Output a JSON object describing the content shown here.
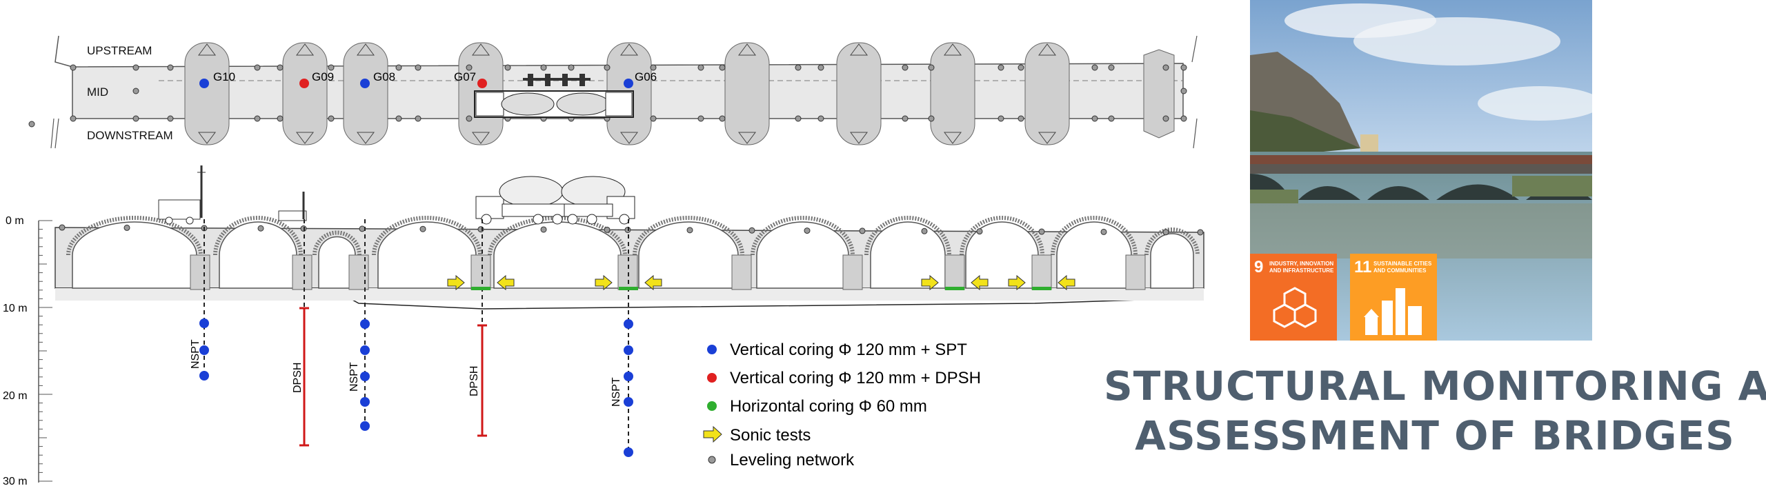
{
  "plan": {
    "upstream_label": "UPSTREAM",
    "mid_label": "MID",
    "downstream_label": "DOWNSTREAM",
    "gauges": [
      {
        "id": "G10",
        "color": "#1a3fd6"
      },
      {
        "id": "G09",
        "color": "#e02020"
      },
      {
        "id": "G08",
        "color": "#1a3fd6"
      },
      {
        "id": "G07",
        "color": "#e02020"
      },
      {
        "id": "G06",
        "color": "#1a3fd6"
      }
    ]
  },
  "elevation": {
    "depth_ticks": [
      "0 m",
      "10 m",
      "20 m",
      "30 m"
    ],
    "borehole_labels": [
      "NSPT",
      "DPSH",
      "NSPT",
      "DPSH",
      "NSPT"
    ]
  },
  "legend": [
    {
      "symbol": "blue-dot",
      "color": "#1a3fd6",
      "label": "Vertical coring Φ 120 mm + SPT"
    },
    {
      "symbol": "red-dot",
      "color": "#e02020",
      "label": "Vertical coring Φ 120 mm + DPSH"
    },
    {
      "symbol": "green-dot",
      "color": "#2fae2f",
      "label": "Horizontal coring Φ 60 mm"
    },
    {
      "symbol": "yellow-arrow",
      "color": "#f2e21a",
      "label": "Sonic tests"
    },
    {
      "symbol": "grey-dot",
      "color": "#9a9a9a",
      "label": "Leveling network"
    }
  ],
  "sdg_goals": [
    {
      "number": "9",
      "text": "INDUSTRY, INNOVATION AND INFRASTRUCTURE",
      "color": "#f36d25"
    },
    {
      "number": "11",
      "text": "SUSTAINABLE CITIES AND COMMUNITIES",
      "color": "#fd9d24"
    }
  ],
  "title": {
    "line1": "STRUCTURAL MONITORING AND",
    "line2": "ASSESSMENT OF BRIDGES"
  }
}
